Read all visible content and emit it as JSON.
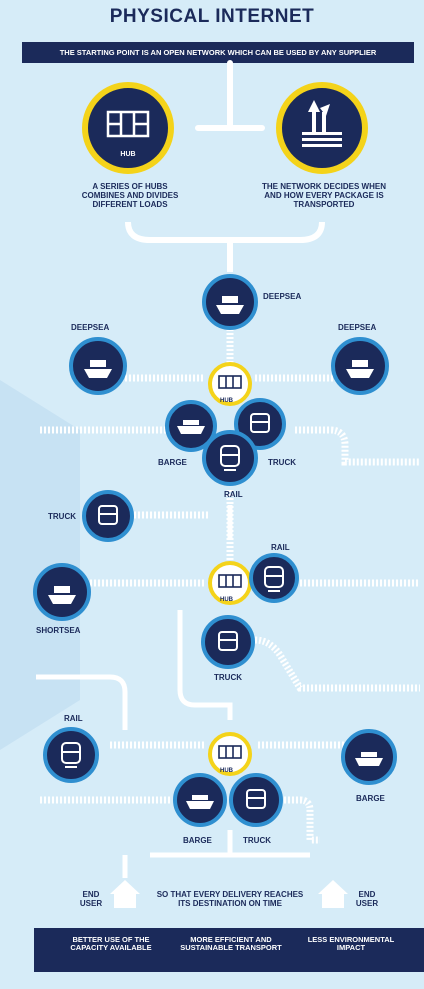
{
  "title": "PHYSICAL INTERNET",
  "subtitle": "THE STARTING POINT IS AN OPEN NETWORK WHICH CAN BE USED BY ANY SUPPLIER",
  "top": {
    "hub_caption": "A SERIES OF HUBS COMBINES AND DIVIDES DIFFERENT LOADS",
    "network_caption": "THE NETWORK DECIDES WHEN AND HOW EVERY PACKAGE IS TRANSPORTED",
    "hub_icon_label": "HUB"
  },
  "labels": {
    "deepsea_top": "DEEPSEA",
    "deepsea_left": "DEEPSEA",
    "deepsea_right": "DEEPSEA",
    "hub1": "HUB",
    "barge1": "BARGE",
    "truck1": "TRUCK",
    "rail1": "RAIL",
    "truck_left": "TRUCK",
    "rail2": "RAIL",
    "shortsea": "SHORTSEA",
    "hub2": "HUB",
    "truck2": "TRUCK",
    "rail3": "RAIL",
    "hub3": "HUB",
    "barge_right": "BARGE",
    "barge3": "BARGE",
    "truck3": "TRUCK",
    "end_user_left": "END USER",
    "end_user_right": "END USER",
    "delivery_caption": "SO THAT EVERY DELIVERY REACHES ITS DESTINATION ON TIME"
  },
  "bottom": {
    "item1": "BETTER USE OF THE CAPACITY AVAILABLE",
    "item2": "MORE EFFICIENT AND SUSTAINABLE TRANSPORT",
    "item3": "LESS ENVIRONMENTAL IMPACT"
  },
  "colors": {
    "navy": "#1b2a5a",
    "ring": "#2f8fd0",
    "yellow": "#f4d31a",
    "line": "#ffffff",
    "background": "#d6ecf8"
  },
  "icons": [
    "hub-icon",
    "network-icon",
    "ship-icon",
    "barge-icon",
    "truck-icon",
    "train-icon",
    "house-icon"
  ]
}
